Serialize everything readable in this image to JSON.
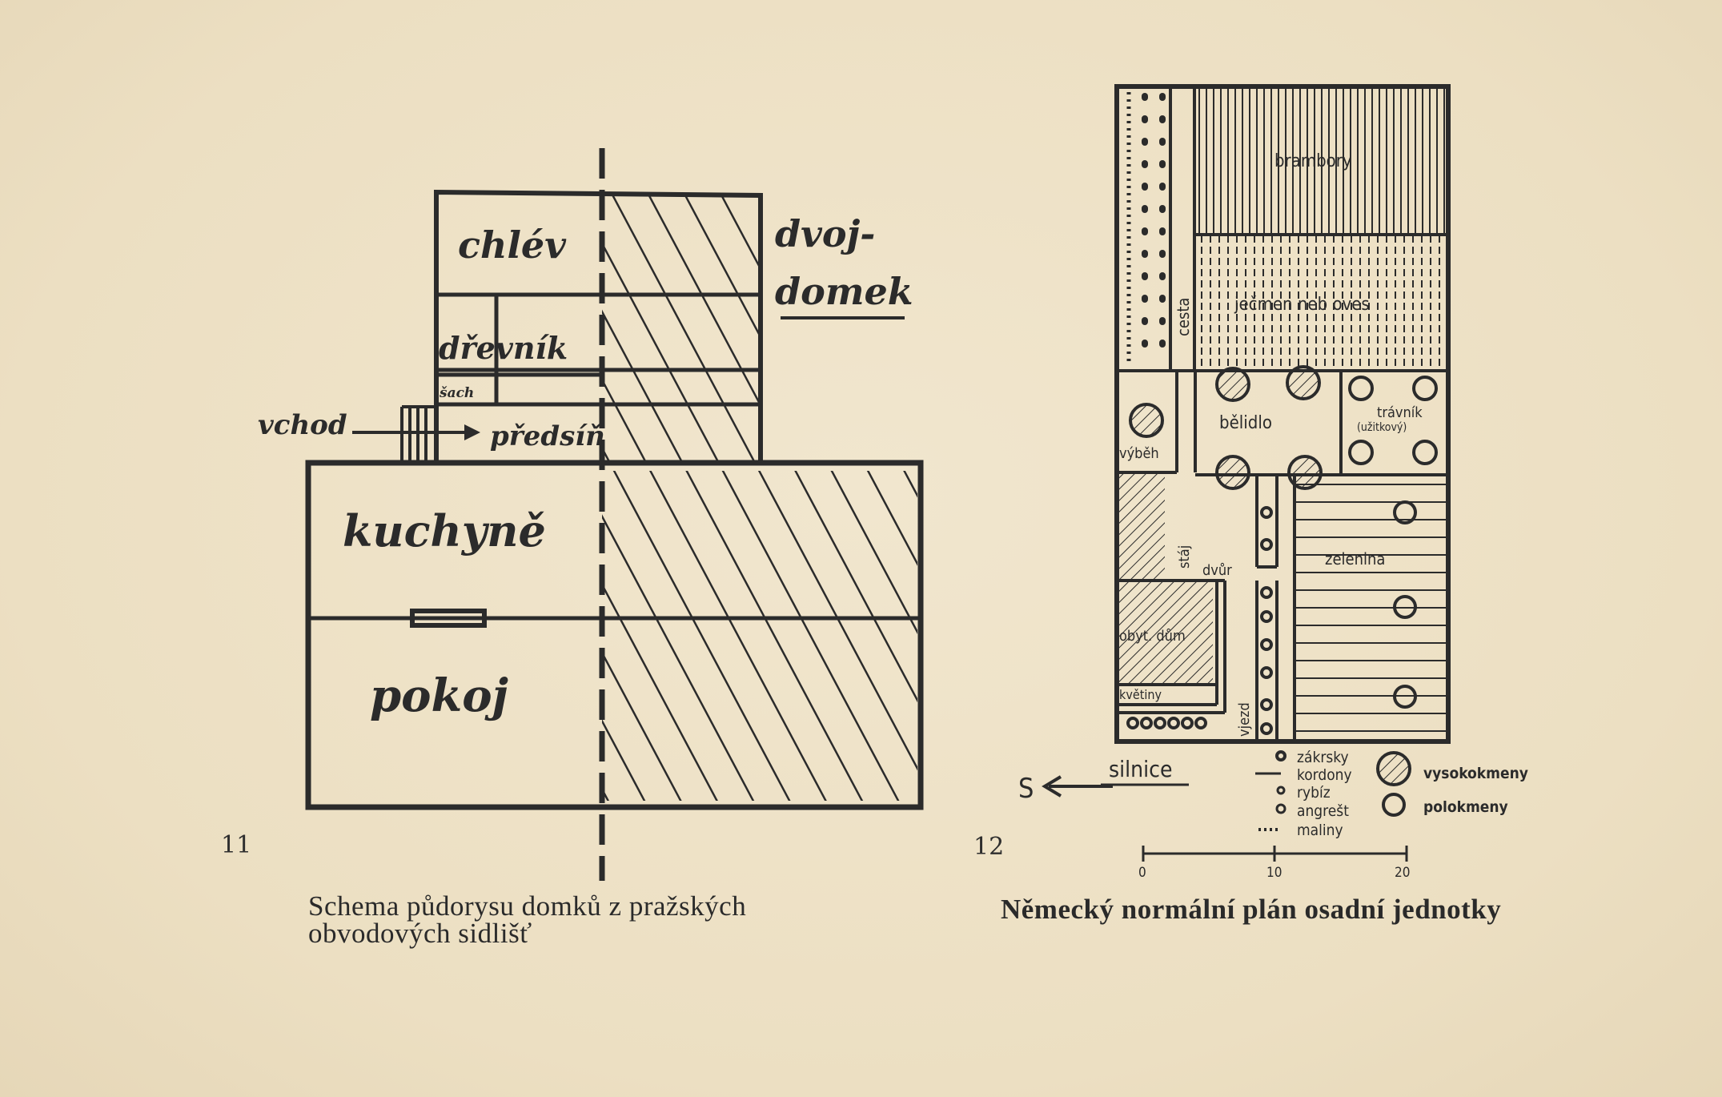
{
  "figure11": {
    "number": "11",
    "labels": {
      "chlev": "chlév",
      "drevnik": "dřevník",
      "sach": "šach",
      "vchod": "vchod",
      "predsin": "předsíň",
      "kuchyne": "kuchyně",
      "pokoj": "pokoj",
      "dvoj": "dvoj-",
      "domek": "domek"
    },
    "caption_line1": "Schema půdorysu domků z pražských",
    "caption_line2": "obvodových sidlišť"
  },
  "figure12": {
    "number": "12",
    "labels": {
      "brambory": "brambory",
      "jecmen": "ječmen neb oves",
      "cesta": "cesta",
      "belidlo": "bělidlo",
      "travnik": "trávník",
      "travnik_sub": "(užitkový)",
      "vybeh": "výběh",
      "staj": "stáj",
      "dvur": "dvůr",
      "zelenina": "zelenina",
      "obyt_dum": "obyt. dům",
      "kvetiny": "květiny",
      "vjezd": "vjezd",
      "silnice": "silnice",
      "south": "S"
    },
    "legend": [
      "zákrsky",
      "kordony",
      "rybíz",
      "angrešt",
      "maliny",
      "vysokokmeny",
      "polokmeny"
    ],
    "scale": [
      "0",
      "10",
      "20"
    ],
    "caption": "Německý normální plán osadní jednotky"
  }
}
